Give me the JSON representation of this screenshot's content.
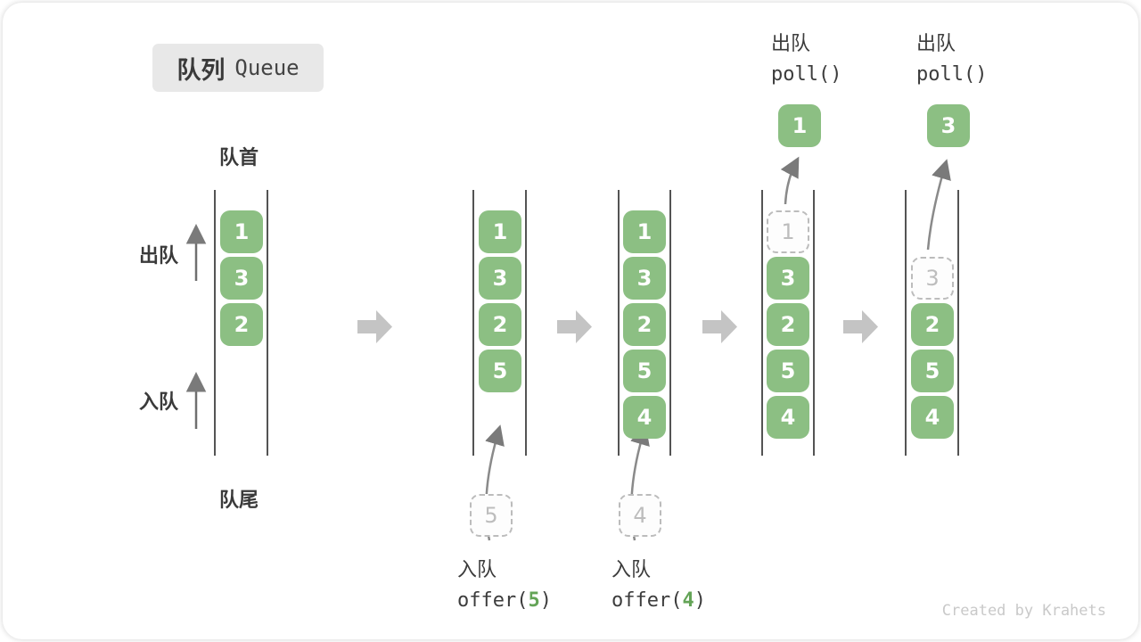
{
  "title": {
    "zh": "队列",
    "en": "Queue"
  },
  "labels": {
    "front": "队首",
    "rear": "队尾",
    "dequeue_side": "出队",
    "enqueue_side": "入队"
  },
  "states": [
    {
      "cells": [
        "1",
        "3",
        "2"
      ]
    },
    {
      "cells": [
        "1",
        "3",
        "2",
        "5"
      ],
      "incoming": "5",
      "op": {
        "zh": "入队",
        "fn_open": "offer(",
        "arg": "5",
        "fn_close": ")"
      }
    },
    {
      "cells": [
        "1",
        "3",
        "2",
        "5",
        "4"
      ],
      "incoming": "4",
      "op": {
        "zh": "入队",
        "fn_open": "offer(",
        "arg": "4",
        "fn_close": ")"
      }
    },
    {
      "ghost": "1",
      "cells": [
        "3",
        "2",
        "5",
        "4"
      ],
      "polled": "1",
      "op": {
        "zh": "出队",
        "fn": "poll()"
      }
    },
    {
      "ghost": "3",
      "cells": [
        "2",
        "5",
        "4"
      ],
      "polled": "3",
      "op": {
        "zh": "出队",
        "fn": "poll()"
      }
    }
  ],
  "icons": {
    "between_states": "block-arrow-right-icon",
    "enqueue_flow": "curved-arrow-up-icon",
    "dequeue_flow": "curved-arrow-up-icon",
    "side_direction": "arrow-up-icon"
  },
  "colors": {
    "cell_green": "#8cbf83",
    "code_arg_green": "#64a457",
    "block_arrow_gray": "#c4c4c4",
    "flow_arrow_gray": "#8a8a8a",
    "rail_gray": "#545454",
    "title_bg": "#e8e8e8"
  },
  "watermark": "Created by Krahets"
}
